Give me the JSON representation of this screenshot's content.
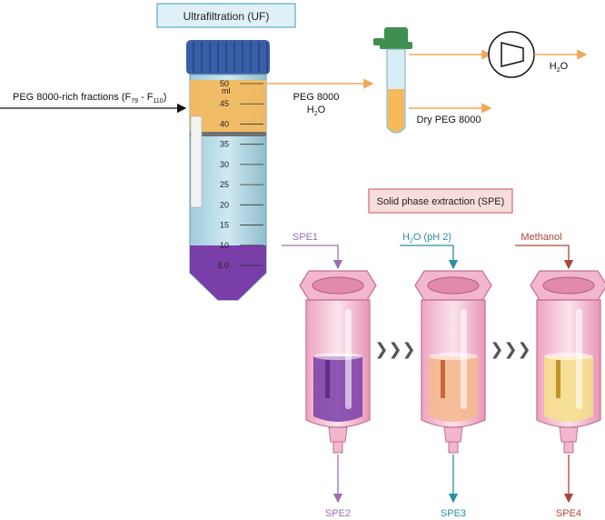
{
  "uf": {
    "title": "Ultrafiltration (UF)",
    "input_label": "PEG 8000-rich fractions (F",
    "input_sub1": "79",
    "input_mid": " - F",
    "input_sub2": "110",
    "input_end": ")",
    "peg_label": "PEG 8000",
    "h2o_a": "H",
    "h2o_sub": "2",
    "h2o_b": "O",
    "dry_label": "Dry PEG 8000",
    "unit_ml": "ml",
    "ticks": [
      "50",
      "45",
      "40",
      "35",
      "30",
      "25",
      "20",
      "15",
      "10",
      "5.0"
    ]
  },
  "spe": {
    "title": "Solid phase extraction (SPE)",
    "inputs": [
      {
        "label": "SPE1",
        "color": "#9b6fb0"
      },
      {
        "label_a": "H",
        "label_sub": "2",
        "label_b": "O (pH 2)",
        "color": "#2a8fa0"
      },
      {
        "label": "Methanol",
        "color": "#a8473a"
      }
    ],
    "outputs": [
      {
        "label": "SPE2",
        "color": "#9b6fb0"
      },
      {
        "label": "SPE3",
        "color": "#2a8fa0"
      },
      {
        "label": "SPE4",
        "color": "#a8473a"
      }
    ],
    "cartridge_fills": [
      "#7a3ea8",
      "#f4b98c",
      "#f6e089"
    ],
    "separator_glyph": "❯❯❯"
  },
  "colors": {
    "arrow_orange": "#f2a65a",
    "tube_cap": "#3a5fa8",
    "tube_body": "#b8dce8",
    "tube_orange": "#f5b85a",
    "tube_purple": "#7a3ea8",
    "box_uf_bg": "#dff1f7",
    "box_uf_border": "#5aa8c8",
    "box_spe_bg": "#f9dcdc",
    "box_spe_border": "#c87070",
    "small_tube_cap": "#3f8f50",
    "cartridge_pink": "#f2b6cf"
  }
}
